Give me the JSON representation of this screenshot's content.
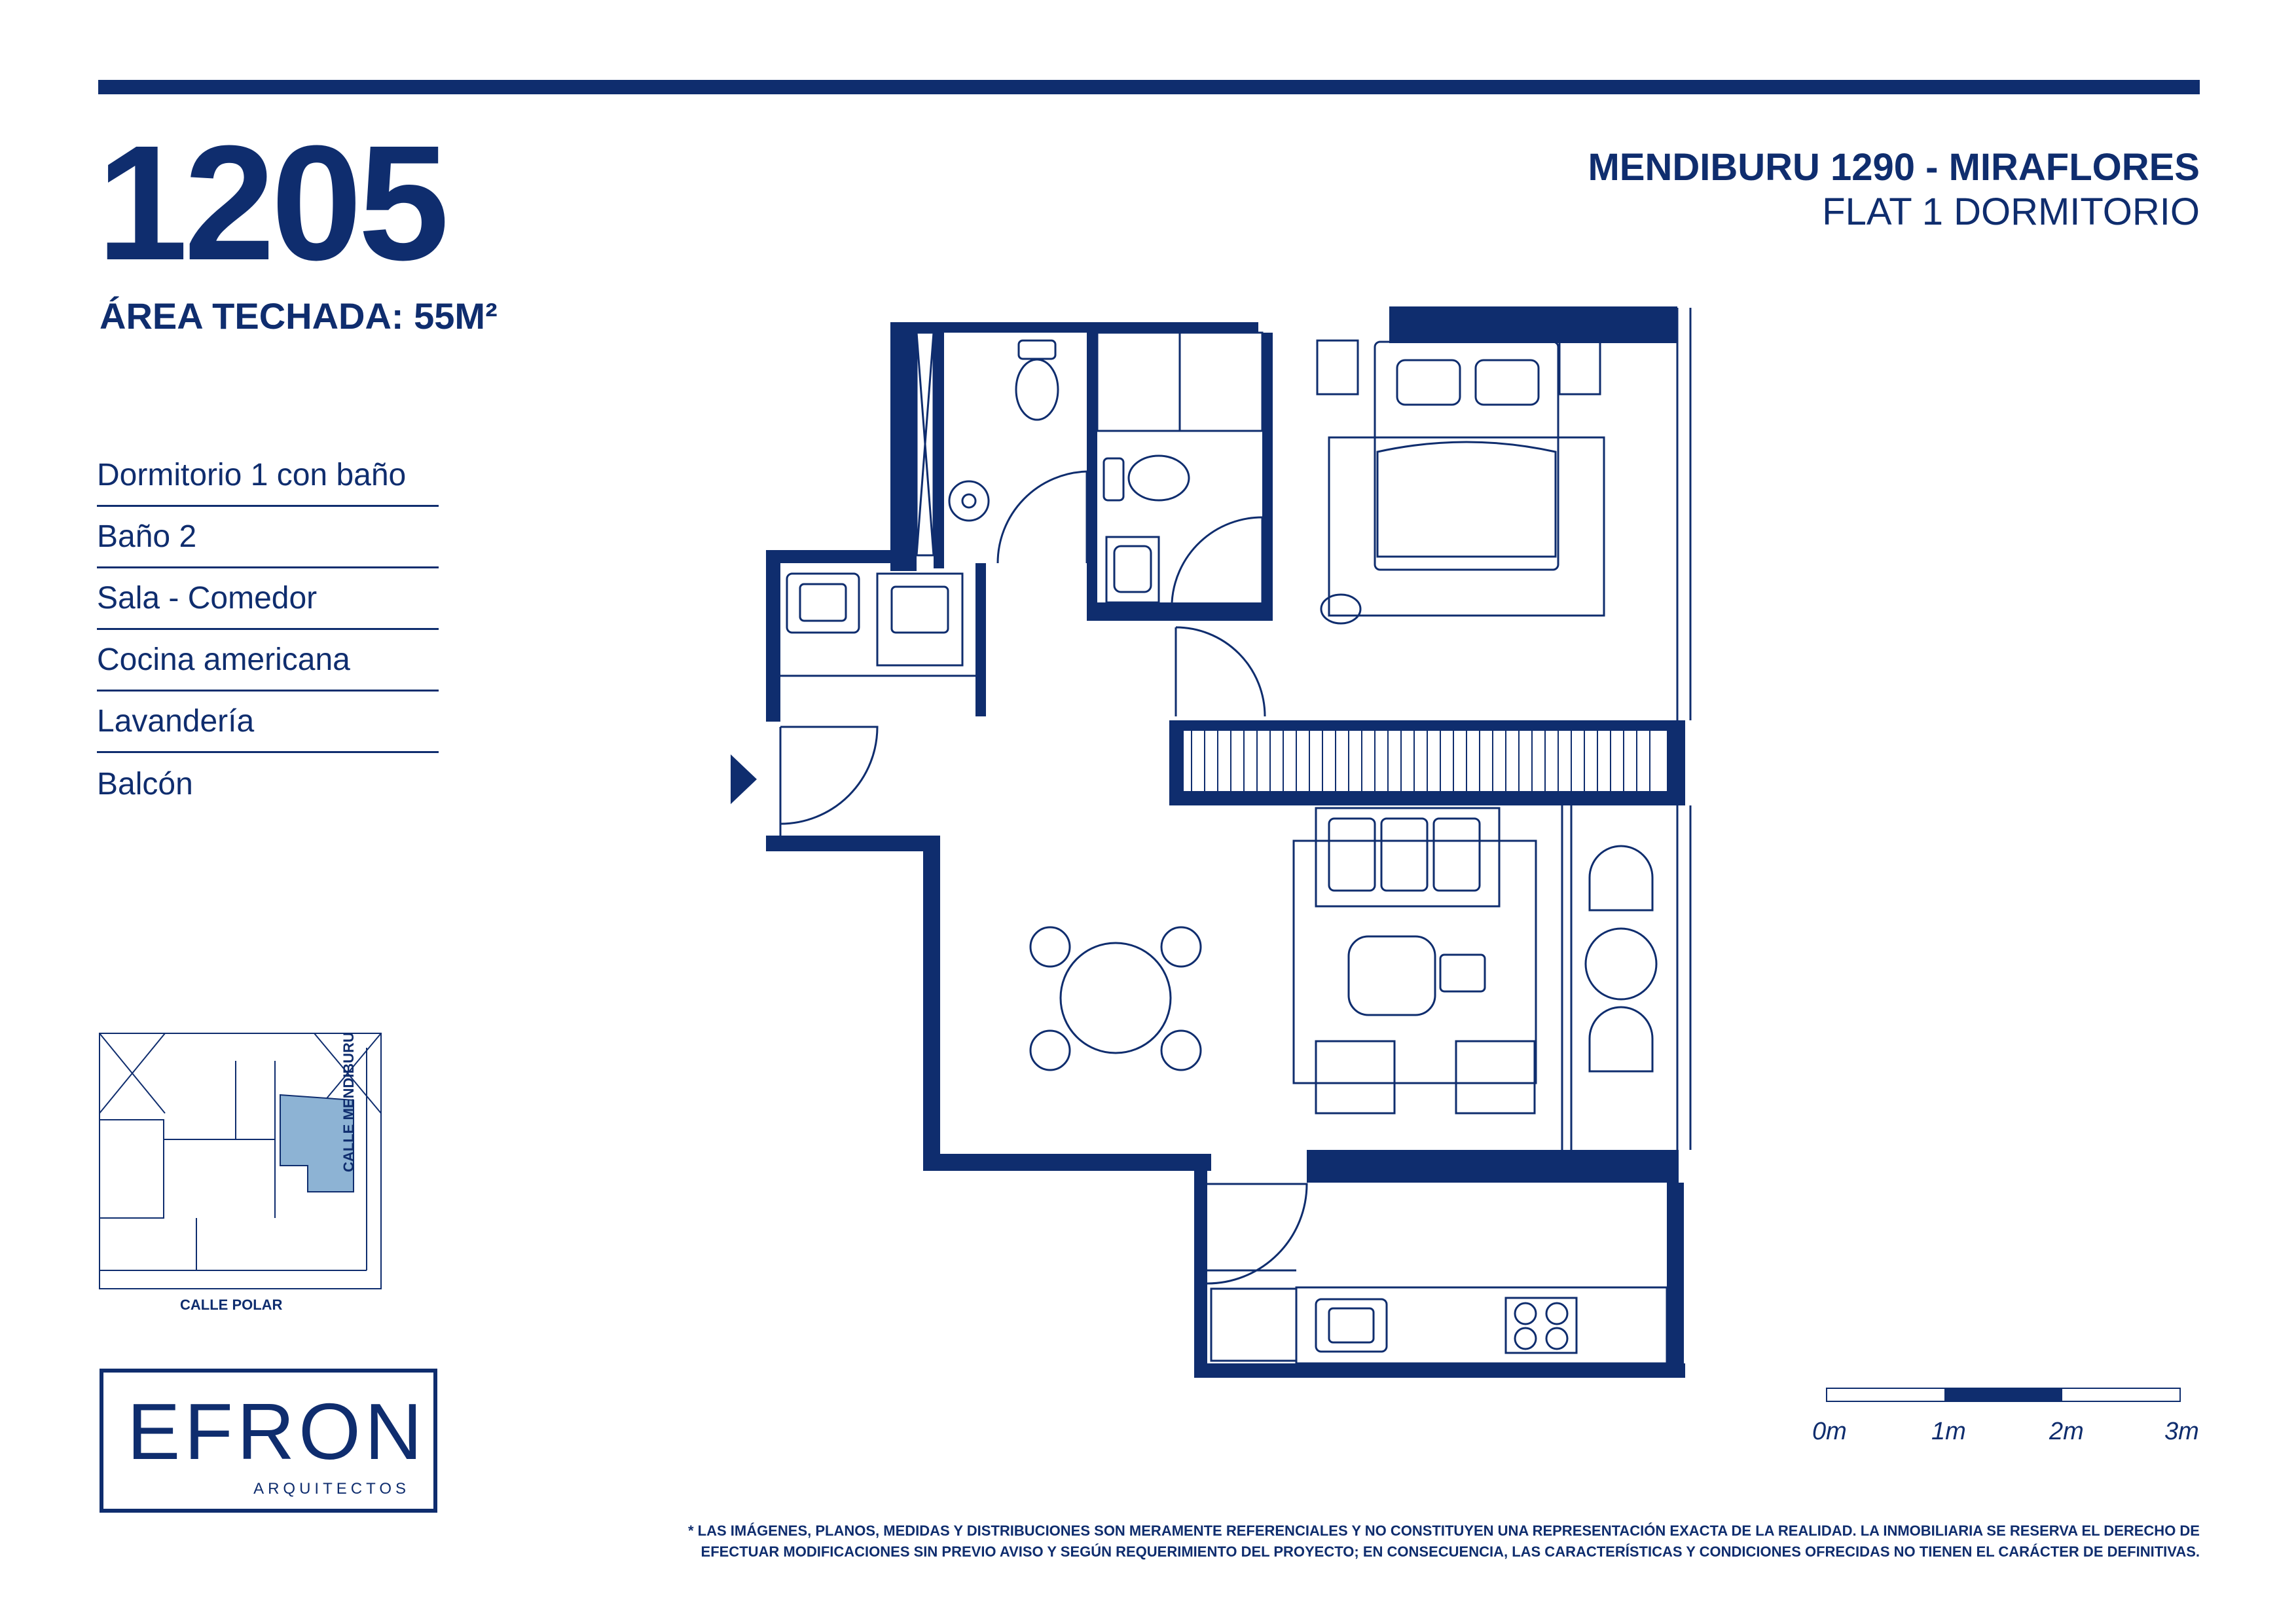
{
  "unit": {
    "number": "1205",
    "area": "ÁREA TECHADA: 55M²"
  },
  "project": {
    "name": "MENDIBURU 1290 - MIRAFLORES",
    "type": "FLAT 1 DORMITORIO"
  },
  "features": [
    "Dormitorio 1 con baño",
    "Baño 2",
    "Sala - Comedor",
    "Cocina americana",
    "Lavandería",
    "Balcón"
  ],
  "location_map": {
    "street_right": "CALLE MENDIBURU",
    "street_bottom": "CALLE POLAR"
  },
  "logo": {
    "main": "EFRON",
    "sub": "ARQUITECTOS"
  },
  "scale": {
    "labels": [
      "0m",
      "1m",
      "2m",
      "3m"
    ]
  },
  "disclaimer": {
    "line1": "* LAS IMÁGENES, PLANOS, MEDIDAS Y DISTRIBUCIONES SON MERAMENTE REFERENCIALES Y NO CONSTITUYEN UNA REPRESENTACIÓN EXACTA DE LA REALIDAD. LA INMOBILIARIA SE RESERVA EL DERECHO DE",
    "line2": "EFECTUAR MODIFICACIONES SIN PREVIO AVISO Y SEGÚN REQUERIMIENTO DEL PROYECTO; EN CONSECUENCIA, LAS CARACTERÍSTICAS Y CONDICIONES OFRECIDAS NO TIENEN EL CARÁCTER DE DEFINITIVAS."
  },
  "colors": {
    "primary": "#0f2d6e",
    "highlight": "#8db3d4"
  }
}
